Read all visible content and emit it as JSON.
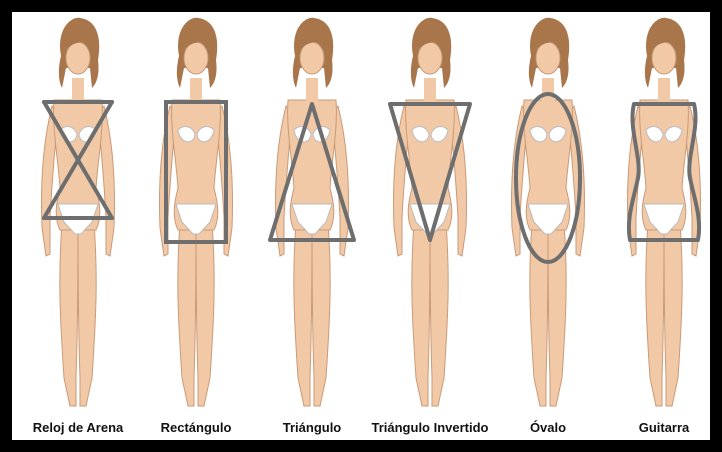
{
  "figure": {
    "labels": [
      "Reloj de Arena",
      "Rectángulo",
      "Triángulo",
      "Triángulo Invertido",
      "Óvalo",
      "Guitarra"
    ],
    "colors": {
      "background": "#ffffff",
      "frame": "#000000",
      "skin": "#f2c9a6",
      "hair": "#a9754a",
      "shape_outline": "#6e6e6e"
    }
  }
}
